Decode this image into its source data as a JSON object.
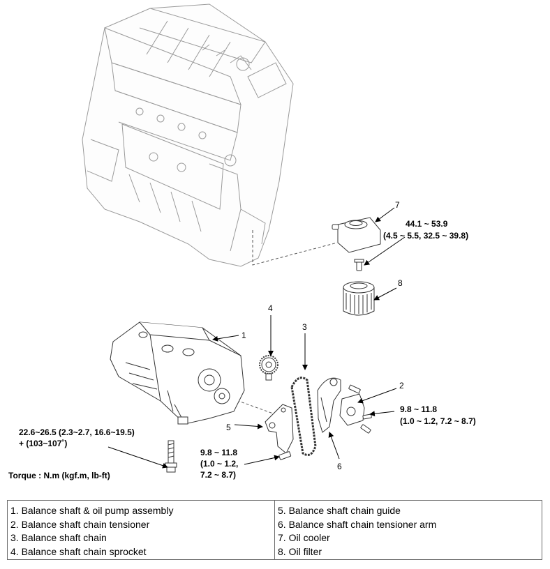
{
  "callouts": {
    "c1": "1",
    "c2": "2",
    "c3": "3",
    "c4": "4",
    "c5": "5",
    "c6": "6",
    "c7": "7",
    "c8": "8"
  },
  "torque_specs": {
    "oil_cooler_line1": "44.1 ~ 53.9",
    "oil_cooler_line2": "(4.5 ~ 5.5, 32.5 ~ 39.8)",
    "tensioner_line1": "9.8 ~ 11.8",
    "tensioner_line2": "(1.0 ~ 1.2, 7.2 ~ 8.7)",
    "guide_line1": "9.8 ~ 11.8",
    "guide_line2": "(1.0 ~ 1.2,",
    "guide_line3": "7.2 ~ 8.7)",
    "assembly_line1": "22.6~26.5 (2.3~2.7, 16.6~19.5)",
    "assembly_line2": "+ (103~107˚)"
  },
  "torque_unit_note": "Torque : N.m (kgf.m, lb-ft)",
  "legend": {
    "left": [
      "1. Balance shaft & oil pump assembly",
      "2. Balance shaft chain tensioner",
      "3. Balance shaft chain",
      "4. Balance shaft chain sprocket"
    ],
    "right": [
      "5. Balance shaft chain guide",
      "6. Balance shaft chain tensioner arm",
      "7. Oil cooler",
      "8. Oil filter"
    ]
  }
}
